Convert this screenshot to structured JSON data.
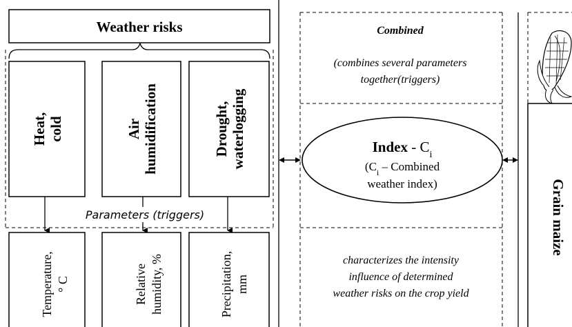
{
  "header": {
    "title": "Weather risks"
  },
  "risks": [
    {
      "label_line1": "Heat,",
      "label_line2": "cold"
    },
    {
      "label_line1": "Air",
      "label_line2": "humidification"
    },
    {
      "label_line1": "Drought,",
      "label_line2": "waterlogging"
    }
  ],
  "parameters_label": "Parameters (triggers)",
  "parameters": [
    {
      "line1": "Temperature,",
      "line2": "° C"
    },
    {
      "line1": "Relative",
      "line2": "humidity, %"
    },
    {
      "line1": "Precipitation,",
      "line2": "mm"
    }
  ],
  "combined": {
    "title": "Combined",
    "desc_line1": "(combines several parameters",
    "desc_line2": "together(triggers)"
  },
  "index": {
    "title_bold": "Index",
    "title_rest": " - C",
    "title_sub": "i",
    "line2_a": "(C",
    "line2_sub": "i",
    "line2_b": " – Combined",
    "line3": "weather index)"
  },
  "characterizes": {
    "line1": "characterizes the intensity",
    "line2": "influence of determined",
    "line3": "weather risks on the crop yield"
  },
  "crop": {
    "label": "Grain maize",
    "icon": "corn-icon"
  }
}
